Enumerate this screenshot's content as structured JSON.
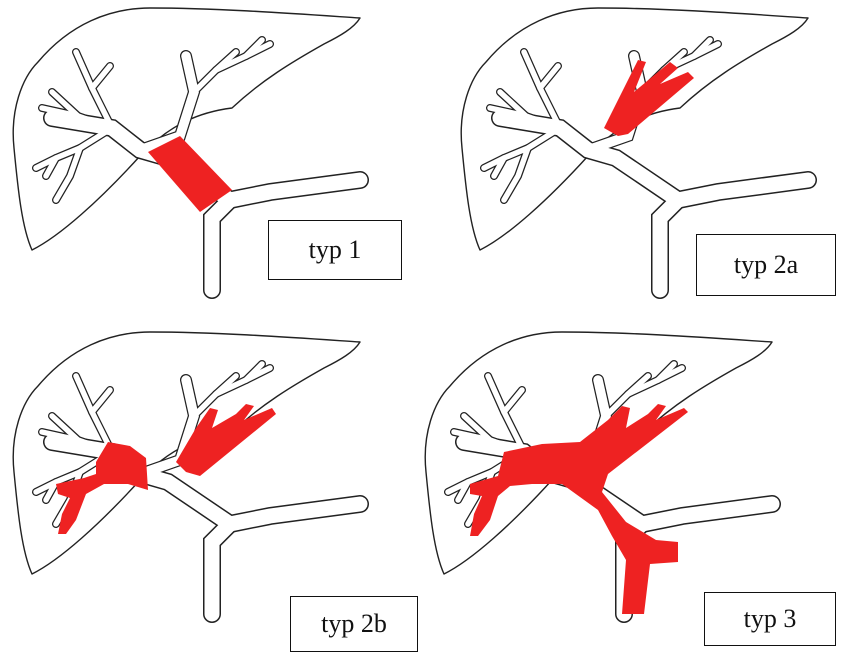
{
  "panels": [
    {
      "id": "typ1",
      "label": "typ 1",
      "highlight": "common-confluence"
    },
    {
      "id": "typ2a",
      "label": "typ 2a",
      "highlight": "left-hepatic-duct"
    },
    {
      "id": "typ2b",
      "label": "typ 2b",
      "highlight": "left-and-right-hepatic-ducts"
    },
    {
      "id": "typ3",
      "label": "typ 3",
      "highlight": "confluence-and-common-hepatic-duct"
    }
  ],
  "colors": {
    "highlight": "#ee2222",
    "outline": "#222222",
    "background": "#ffffff"
  }
}
